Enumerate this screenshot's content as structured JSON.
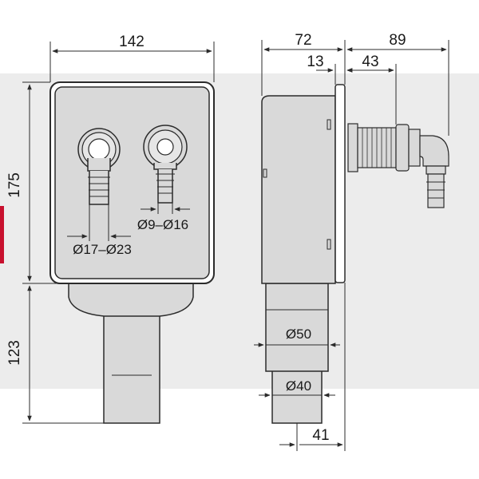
{
  "front_view": {
    "width_label": "142",
    "height_label": "175",
    "pipe_height_label": "123",
    "left_connector_label": "Ø17–Ø23",
    "right_connector_label": "Ø9–Ø16"
  },
  "side_view": {
    "depth_label": "72",
    "right_total_label": "89",
    "flange_label": "13",
    "nozzle_label": "43",
    "upper_pipe_label": "Ø50",
    "lower_pipe_label": "Ø40",
    "offset_label": "41"
  },
  "colors": {
    "body_fill": "#d9d9d9",
    "frame_fill": "#ffffff",
    "outline": "#2b2b2b",
    "band": "#ececec",
    "accent_mark": "#c8102e"
  }
}
